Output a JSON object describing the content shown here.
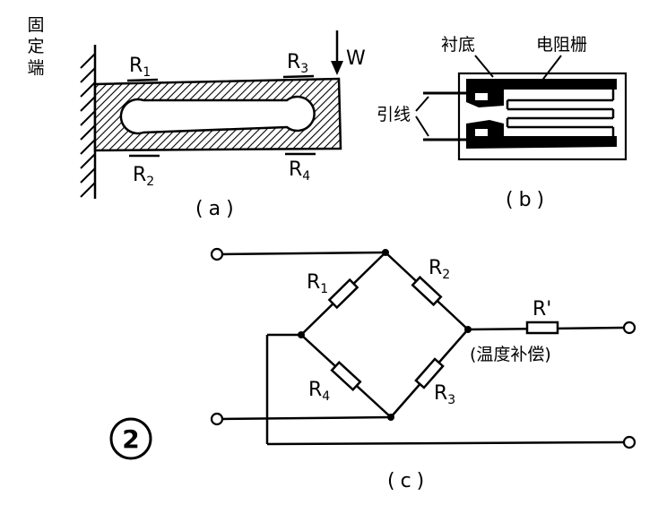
{
  "colors": {
    "ink": "#000000",
    "paper": "#ffffff"
  },
  "fig_a": {
    "fixed_end": [
      "固",
      "定",
      "端"
    ],
    "load": "W",
    "gauges": [
      {
        "name": "R",
        "sub": "1"
      },
      {
        "name": "R",
        "sub": "3"
      },
      {
        "name": "R",
        "sub": "2"
      },
      {
        "name": "R",
        "sub": "4"
      }
    ],
    "caption": "(a)"
  },
  "fig_b": {
    "substrate": "衬底",
    "grid": "电阻栅",
    "leads": "引线",
    "caption": "(b)"
  },
  "fig_c": {
    "resistors": [
      {
        "name": "R",
        "sub": "1"
      },
      {
        "name": "R",
        "sub": "2"
      },
      {
        "name": "R",
        "sub": "3"
      },
      {
        "name": "R",
        "sub": "4"
      }
    ],
    "comp_resistor": "R'",
    "comp_note": "(温度补偿)",
    "caption": "(c)"
  },
  "figure_number": "2"
}
